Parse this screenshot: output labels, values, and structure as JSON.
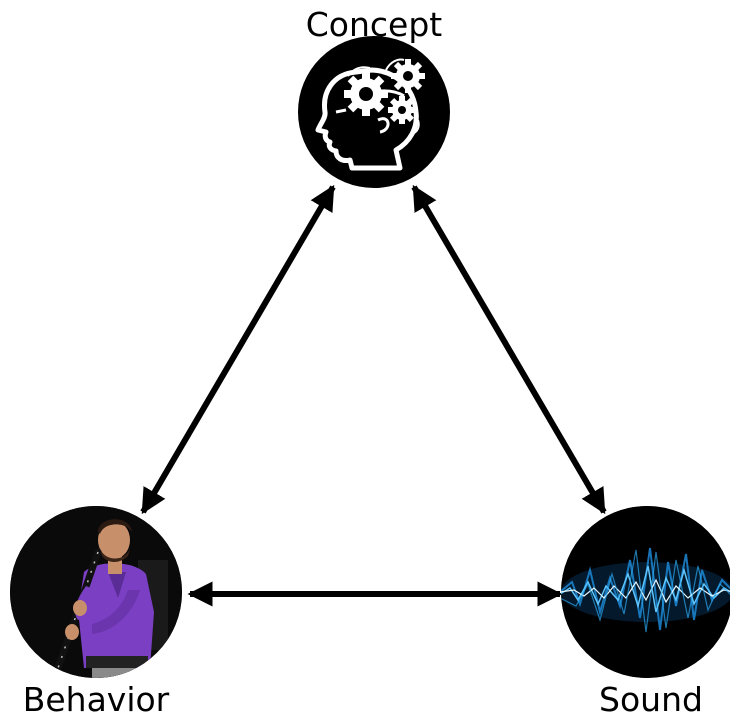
{
  "diagram": {
    "nodes": {
      "concept": {
        "label": "Concept",
        "icon": "head-gears-icon"
      },
      "behavior": {
        "label": "Behavior",
        "icon": "clarinet-player-photo"
      },
      "sound": {
        "label": "Sound",
        "icon": "sound-wave-icon"
      }
    },
    "edges": [
      {
        "from": "Concept",
        "to": "Behavior",
        "bidirectional": true
      },
      {
        "from": "Concept",
        "to": "Sound",
        "bidirectional": true
      },
      {
        "from": "Behavior",
        "to": "Sound",
        "bidirectional": true
      }
    ],
    "colors": {
      "node_fill": "#000000",
      "arrow": "#000000",
      "shirt": "#7b3fc4",
      "wave": "#2ba8f0",
      "skin": "#c8906a"
    }
  }
}
